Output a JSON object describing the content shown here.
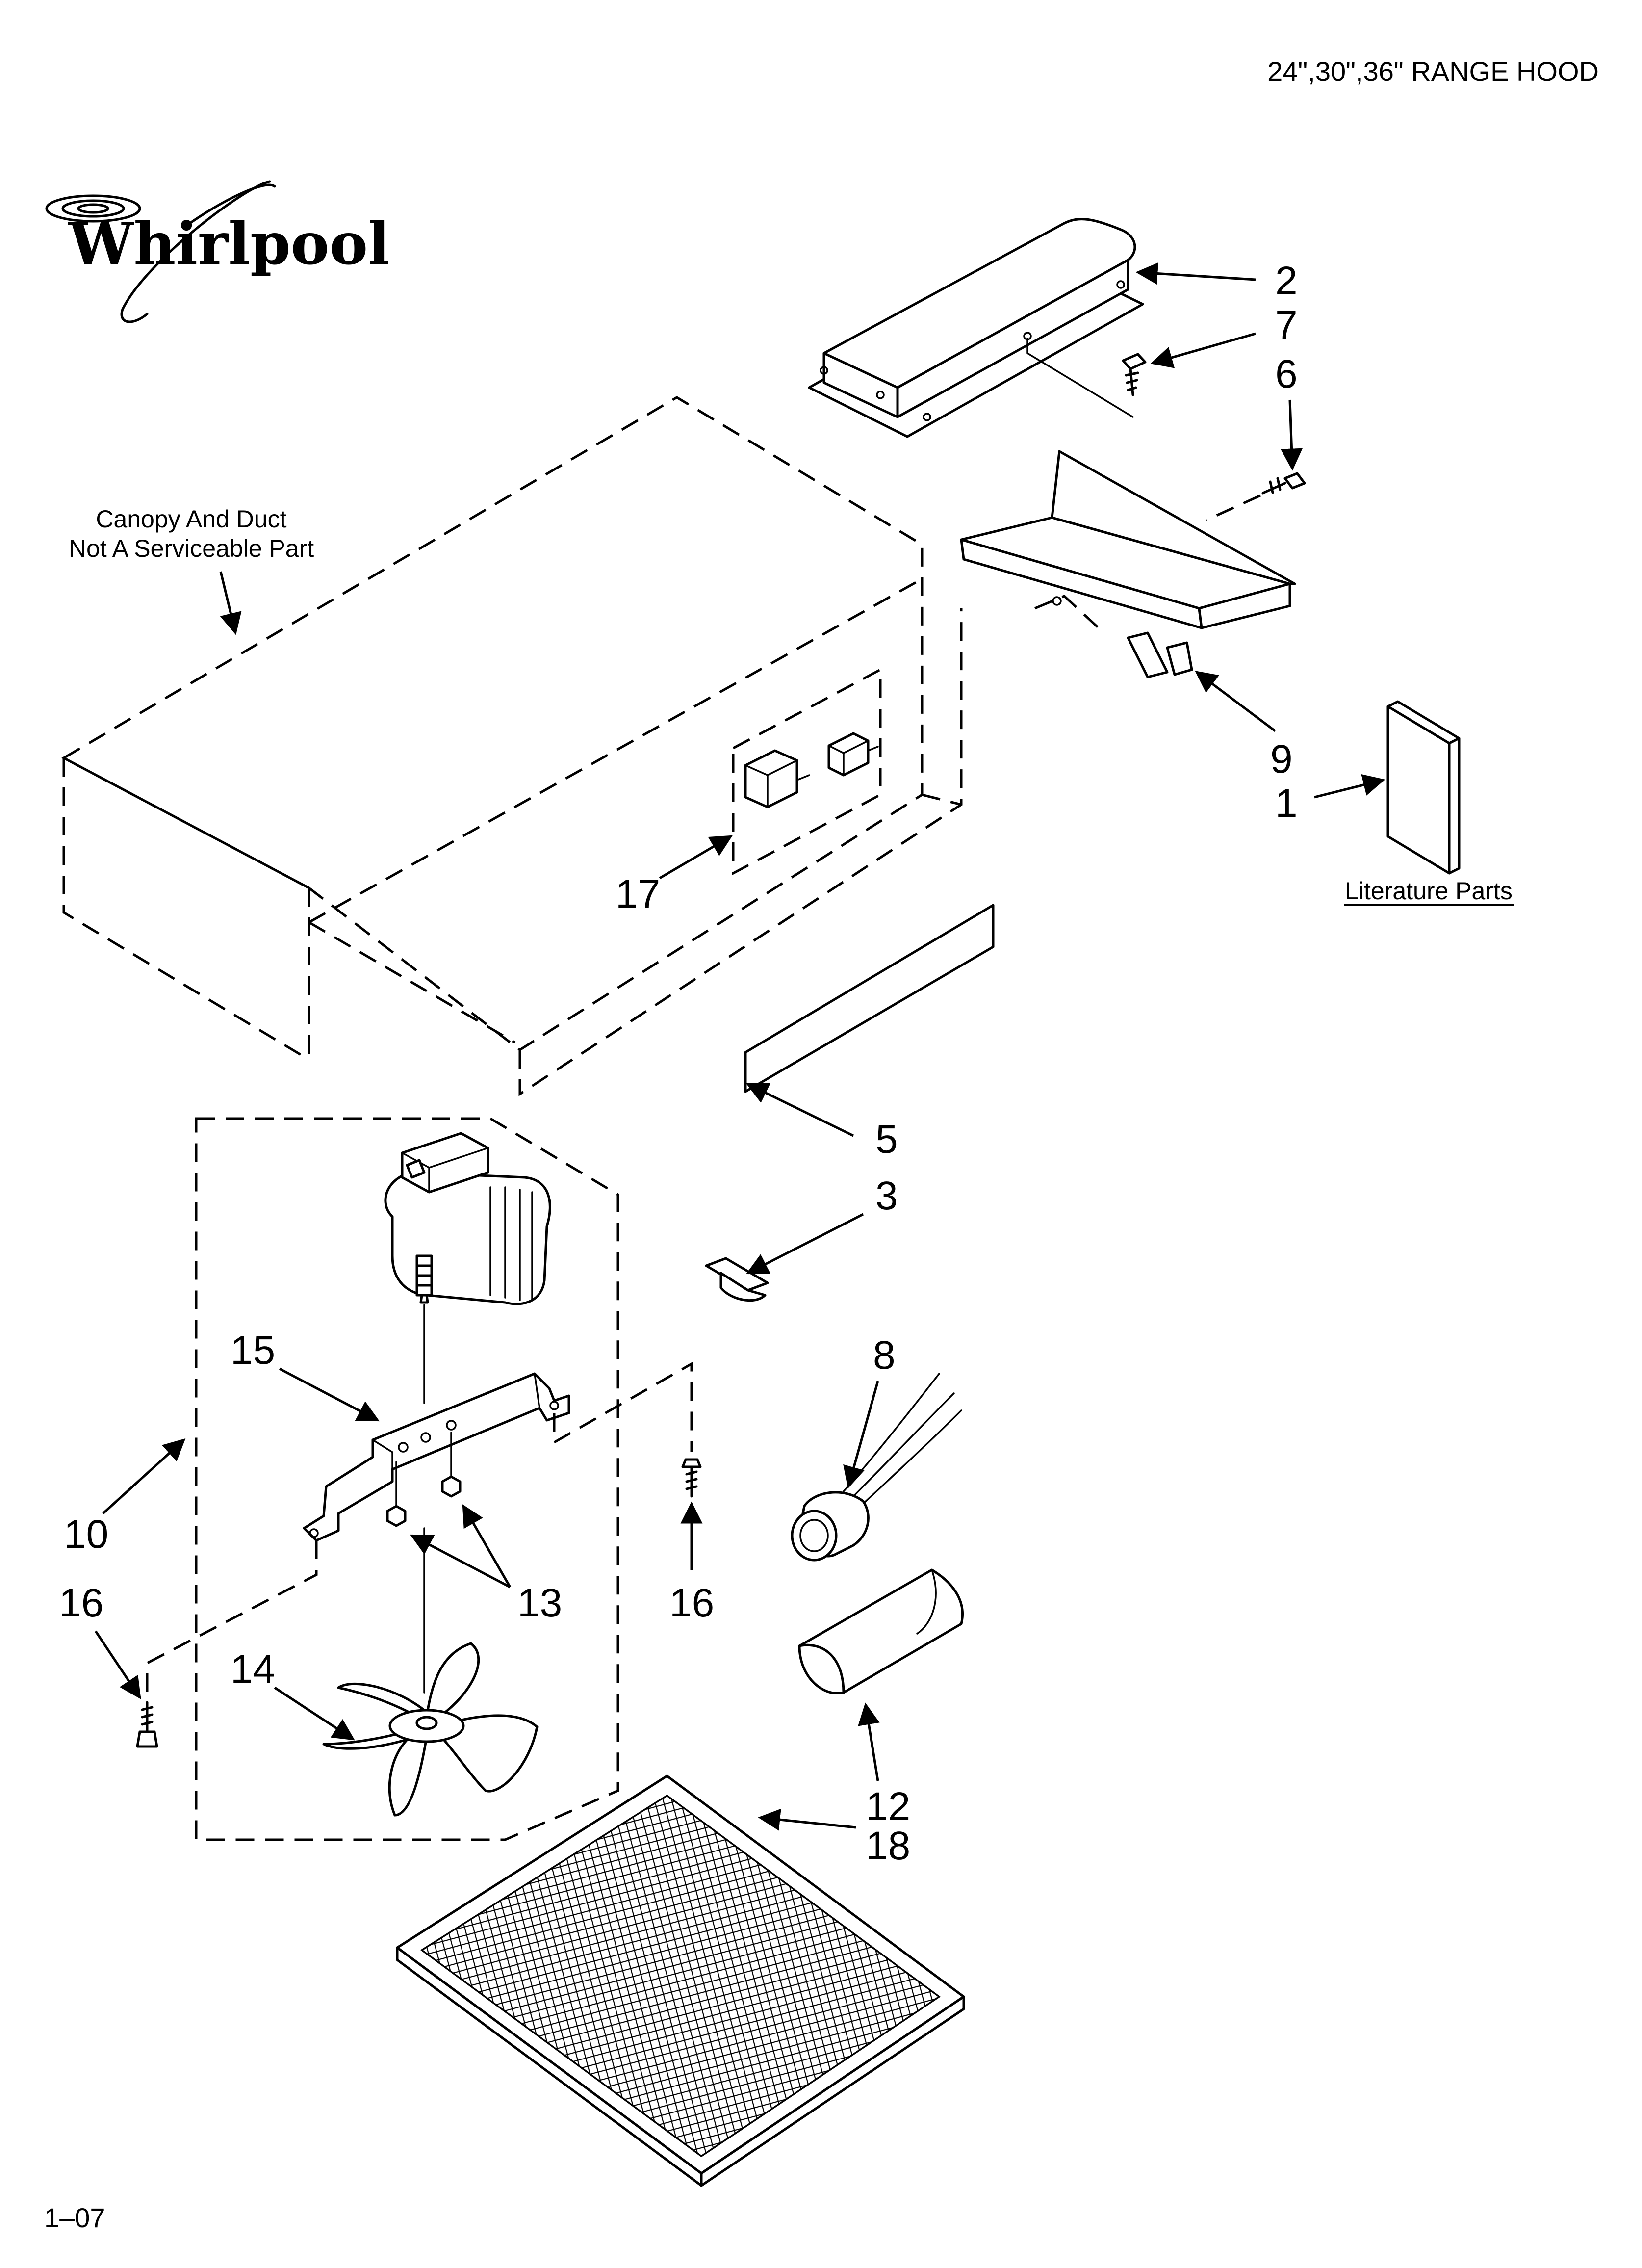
{
  "header": {
    "model_title": "24\",30\",36\" RANGE HOOD",
    "footer_code": "1–07"
  },
  "logo": {
    "brand": "Whirlpool"
  },
  "notes": {
    "canopy_line1": "Canopy And Duct",
    "canopy_line2": "Not A Serviceable Part",
    "literature": "Literature Parts"
  },
  "callouts": {
    "c1": "1",
    "c2": "2",
    "c3": "3",
    "c5": "5",
    "c6": "6",
    "c7": "7",
    "c8": "8",
    "c9": "9",
    "c10": "10",
    "c12": "12",
    "c13": "13",
    "c14": "14",
    "c15": "15",
    "c16a": "16",
    "c16b": "16",
    "c17": "17",
    "c18": "18"
  }
}
